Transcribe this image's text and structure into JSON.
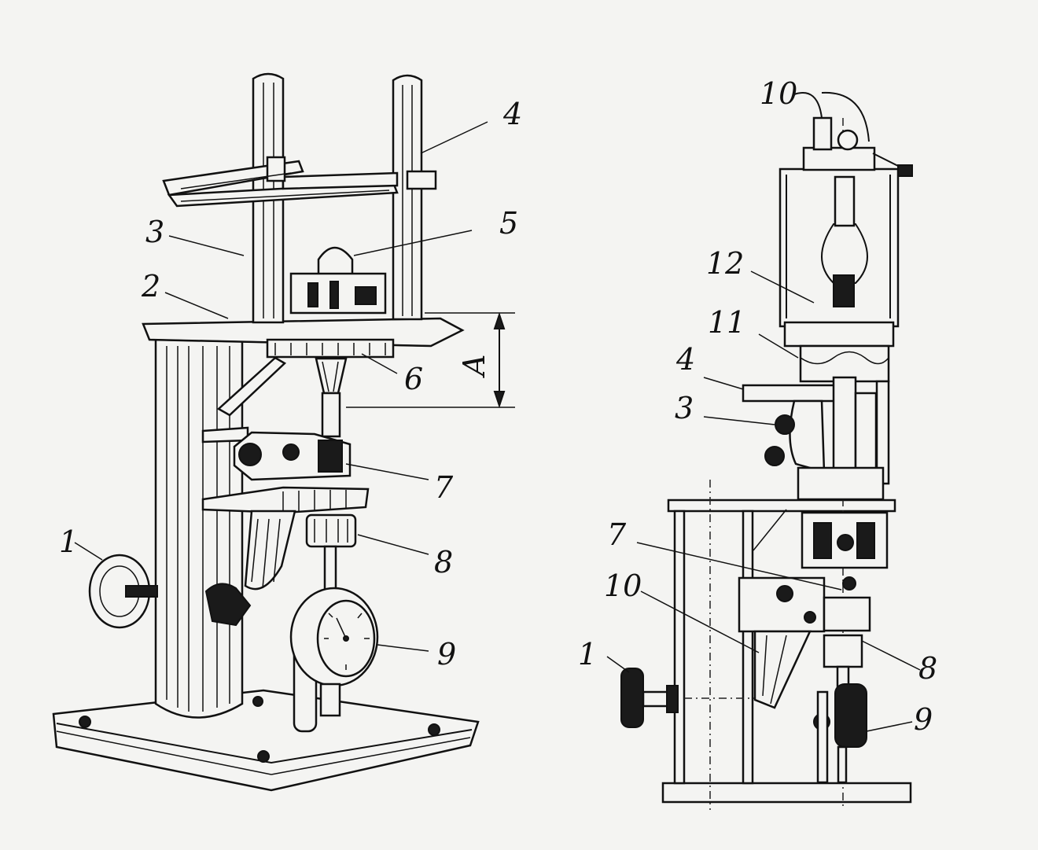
{
  "left_figure": {
    "labels": {
      "l1": "1",
      "l2": "2",
      "l3": "3",
      "l4": "4",
      "l5": "5",
      "l6": "6",
      "l7": "7",
      "l8": "8",
      "l9": "9",
      "dim": "A"
    }
  },
  "right_figure": {
    "labels": {
      "l10top": "10",
      "l12": "12",
      "l11": "11",
      "l4": "4",
      "l3": "3",
      "l7": "7",
      "l10": "10",
      "l1": "1",
      "l8": "8",
      "l9": "9"
    }
  }
}
